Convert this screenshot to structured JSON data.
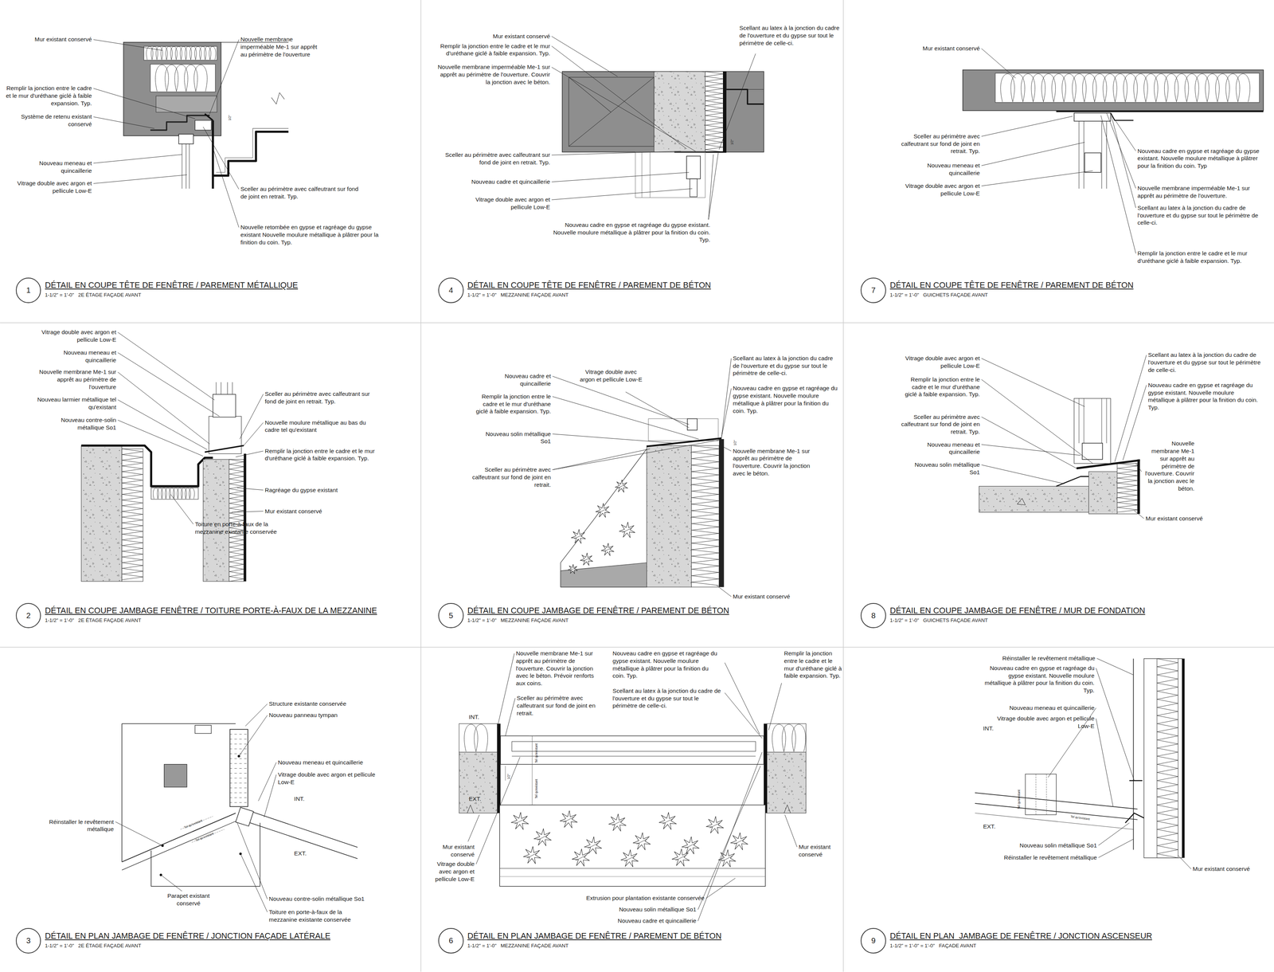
{
  "diagram": {
    "nodes": [
      {
        "text": [
          "1",
          "DÉTAIL EN COUPE TÊTE DE FENÊTRE / PAREMENT MÉTALLIQUE",
          "1-1/2\" = 1'-0\"   2E ÉTAGE FAÇADE AVANT"
        ]
      },
      {
        "text": [
          "4",
          "DÉTAIL EN COUPE TÊTE DE FENÊTRE / PAREMENT DE BÉTON",
          "1-1/2\" = 1'-0\"   MEZZANINE FAÇADE AVANT"
        ]
      },
      {
        "text": [
          "7",
          "DÉTAIL EN COUPE TÊTE DE FENÊTRE / PAREMENT DE BÉTON",
          "1-1/2\" = 1'-0\"   GUICHETS FAÇADE AVANT"
        ]
      },
      {
        "text": [
          "2",
          "DÉTAIL EN COUPE JAMBAGE FENÊTRE / TOITURE PORTE-À-FAUX DE LA MEZZANINE",
          "1-1/2\" = 1'-0\"   2E ÉTAGE FAÇADE AVANT"
        ]
      },
      {
        "text": [
          "5",
          "DÉTAIL EN COUPE JAMBAGE DE FENÊTRE / PAREMENT DE BÉTON",
          "1-1/2\" = 1'-0\"   MEZZANINE FAÇADE AVANT"
        ]
      },
      {
        "text": [
          "8",
          "DÉTAIL EN COUPE JAMBAGE DE FENÊTRE / MUR DE FONDATION",
          "1-1/2\" = 1'-0\"   GUICHETS FAÇADE AVANT"
        ]
      },
      {
        "text": [
          "3",
          "DÉTAIL EN PLAN JAMBAGE DE FENÊTRE / JONCTION FAÇADE LATÉRALE",
          "1-1/2\" = 1'-0\"   2E ÉTAGE FAÇADE AVANT"
        ]
      },
      {
        "text": [
          "6",
          "DÉTAIL EN PLAN JAMBAGE DE FENÊTRE / PAREMENT DE BÉTON",
          "1-1/2\" = 1'-0\"   MEZZANINE FAÇADE AVANT"
        ]
      },
      {
        "text": [
          "9",
          "DÉTAIL EN PLAN  JAMBAGE DE FENÊTRE / JONCTION ASCENSEUR",
          "1-1/2\" = 1'-0\" = 1'-0\"   FAÇADE AVANT"
        ]
      }
    ],
    "labels": [
      "Mur existant conservé",
      "Nouvelle membrane imperméable Me-1 sur apprêt au périmètre de l'ouverture",
      "Remplir la jonction entre le cadre et le mur d'uréthane giclé à faible expansion. Typ.",
      "Système de retenu existant conservé",
      "Nouveau meneau et quincaillerie",
      "Vitrage double avec argon et pellicule Low-E",
      "Sceller au périmètre avec calfeutrant sur fond de joint en retrait. Typ.",
      "Nouvelle retombée en gypse et ragréage du gypse existant  Nouvelle moulure métallique à plâtrer pour la finition du coin. Typ.",
      "1/2\"",
      "Mur existant conservé",
      "Remplir la jonction entre le cadre et le mur d'uréthane giclé à faible expansion. Typ.",
      "Nouvelle membrane imperméable Me-1 sur apprêt au périmètre de l'ouverture. Couvrir la jonction avec le béton.",
      "Scellant au latex à la jonction du cadre de l'ouverture et du gypse sur tout le périmètre de celle-ci.",
      "Sceller au périmètre avec calfeutrant sur fond de joint en retrait. Typ.",
      "Nouveau cadre et quincaillerie",
      "Vitrage double avec argon et pellicule Low-E",
      "Nouveau cadre en gypse et ragréage du gypse existant. Nouvelle moulure métallique à plâtrer pour la finition du coin. Typ.",
      "1/2\"",
      "Mur existant conservé",
      "Sceller au périmètre avec calfeutrant sur fond de joint en retrait. Typ.",
      "Nouveau meneau et quincaillerie",
      "Vitrage double avec argon et pellicule Low-E",
      "Nouveau cadre en gypse et ragréage du gypse existant. Nouvelle moulure métallique à plâtrer pour la finition du coin. Typ",
      "Nouvelle membrane imperméable Me-1 sur apprêt au périmètre de l'ouverture.",
      "Scellant au latex à la jonction du cadre de l'ouverture et du gypse sur tout le périmètre de celle-ci.",
      "Remplir la jonction entre le cadre et le mur d'uréthane giclé à faible expansion. Typ.",
      "Vitrage double avec argon et pellicule Low-E",
      "Nouveau meneau et quincaillerie",
      "Nouvelle membrane Me-1 sur apprêt au périmètre de l'ouverture",
      "Nouveau larmier métallique tel qu'existant",
      "Nouveau contre-solin métallique So1",
      "Sceller au périmètre avec calfeutrant sur fond de joint en retrait. Typ.",
      "Nouvelle moulure métallique au bas du cadre tel qu'existant",
      "Remplir la jonction entre le cadre et le mur d'uréthane giclé à faible expansion. Typ.",
      "Ragréage du gypse existant",
      "Mur existant conservé",
      "Toiture en porte-à-faux de la mezzanine  existante conservée",
      "Nouveau cadre et quincaillerie",
      "Vitrage double avec argon et pellicule Low-E",
      "Remplir la jonction entre le cadre et le mur d'uréthane giclé à faible expansion. Typ.",
      "Nouveau solin métallique So1",
      "Sceller au périmètre avec calfeutrant sur fond de joint en retrait.",
      "Scellant au latex à la jonction du cadre de l'ouverture et du gypse sur tout le périmètre de celle-ci.",
      "Nouveau cadre en gypse et ragréage du gypse existant. Nouvelle moulure métallique à plâtrer pour la finition du coin. Typ.",
      "Nouvelle membrane Me-1 sur apprêt au périmètre de l'ouverture. Couvrir la jonction avec le béton.",
      "Mur existant conservé",
      "1/2\"",
      "Vitrage double avec argon et pellicule Low-E",
      "Remplir la jonction entre le cadre et le mur d'uréthane giclé à faible expansion. Typ.",
      "Sceller au périmètre avec calfeutrant sur fond de joint en retrait. Typ.",
      "Nouveau meneau et quincaillerie",
      "Nouveau solin métallique So1",
      "Scellant au latex à la jonction du cadre de l'ouverture et du gypse sur tout le périmètre de celle-ci.",
      "Nouveau cadre en gypse et ragréage du gypse existant. Nouvelle moulure métallique à plâtrer pour la finition du coin. Typ.",
      "Nouvelle membrane Me-1 sur apprêt au périmètre de l'ouverture. Couvrir la jonction avec le béton.",
      "Mur existant conservé",
      "Structure existante conservée",
      "Nouveau panneau tympan",
      "Nouveau meneau et quincaillerie",
      "Vitrage double avec argon et pellicule Low-E",
      "INT.",
      "Réinstaller le revêtement métallique",
      "EXT.",
      "Parapet existant conservé",
      "Nouveau contre-solin métallique So1",
      "Toiture en porte-à-faux de la mezzanine  existante conservée",
      "Tel qu'existant",
      "Tel qu'existant",
      "Nouvelle membrane Me-1 sur apprêt au périmètre de l'ouverture. Couvrir la jonction avec le béton. Prévoir renforts aux coins.",
      "Sceller au périmètre avec calfeutrant sur fond de joint en retrait.",
      "Nouveau cadre en gypse et ragréage du gypse existant. Nouvelle moulure métallique à plâtrer pour la finition du coin. Typ.",
      "Scellant au latex à la jonction du cadre de l'ouverture et du gypse sur tout le périmètre de celle-ci.",
      "Remplir la jonction entre le cadre et le mur d'uréthane giclé à faible expansion. Typ.",
      "INT.",
      "EXT.",
      "Mur existant conservé",
      "Vitrage double avec argon et pellicule Low-E",
      "Mur existant conservé",
      "Extrusion pour plantation existante conservée",
      "Nouveau solin métallique So1",
      "Nouveau cadre et quincaillerie",
      "1/2\"",
      "Tel qu'existant",
      "Tel qu'existant",
      "Réinstaller le revêtement métallique",
      "Nouveau cadre en gypse et ragréage du gypse existant. Nouvelle moulure métallique à plâtrer pour la finition du coin. Typ.",
      "Nouveau meneau et quincaillerie",
      "Vitrage double avec argon et pellicule Low-E",
      "INT.",
      "EXT.",
      "Nouveau solin métallique So1",
      "Réinstaller le revêtement métallique",
      "Mur existant conservé",
      "Tel qu'existant",
      "Tel qu'existant"
    ]
  }
}
